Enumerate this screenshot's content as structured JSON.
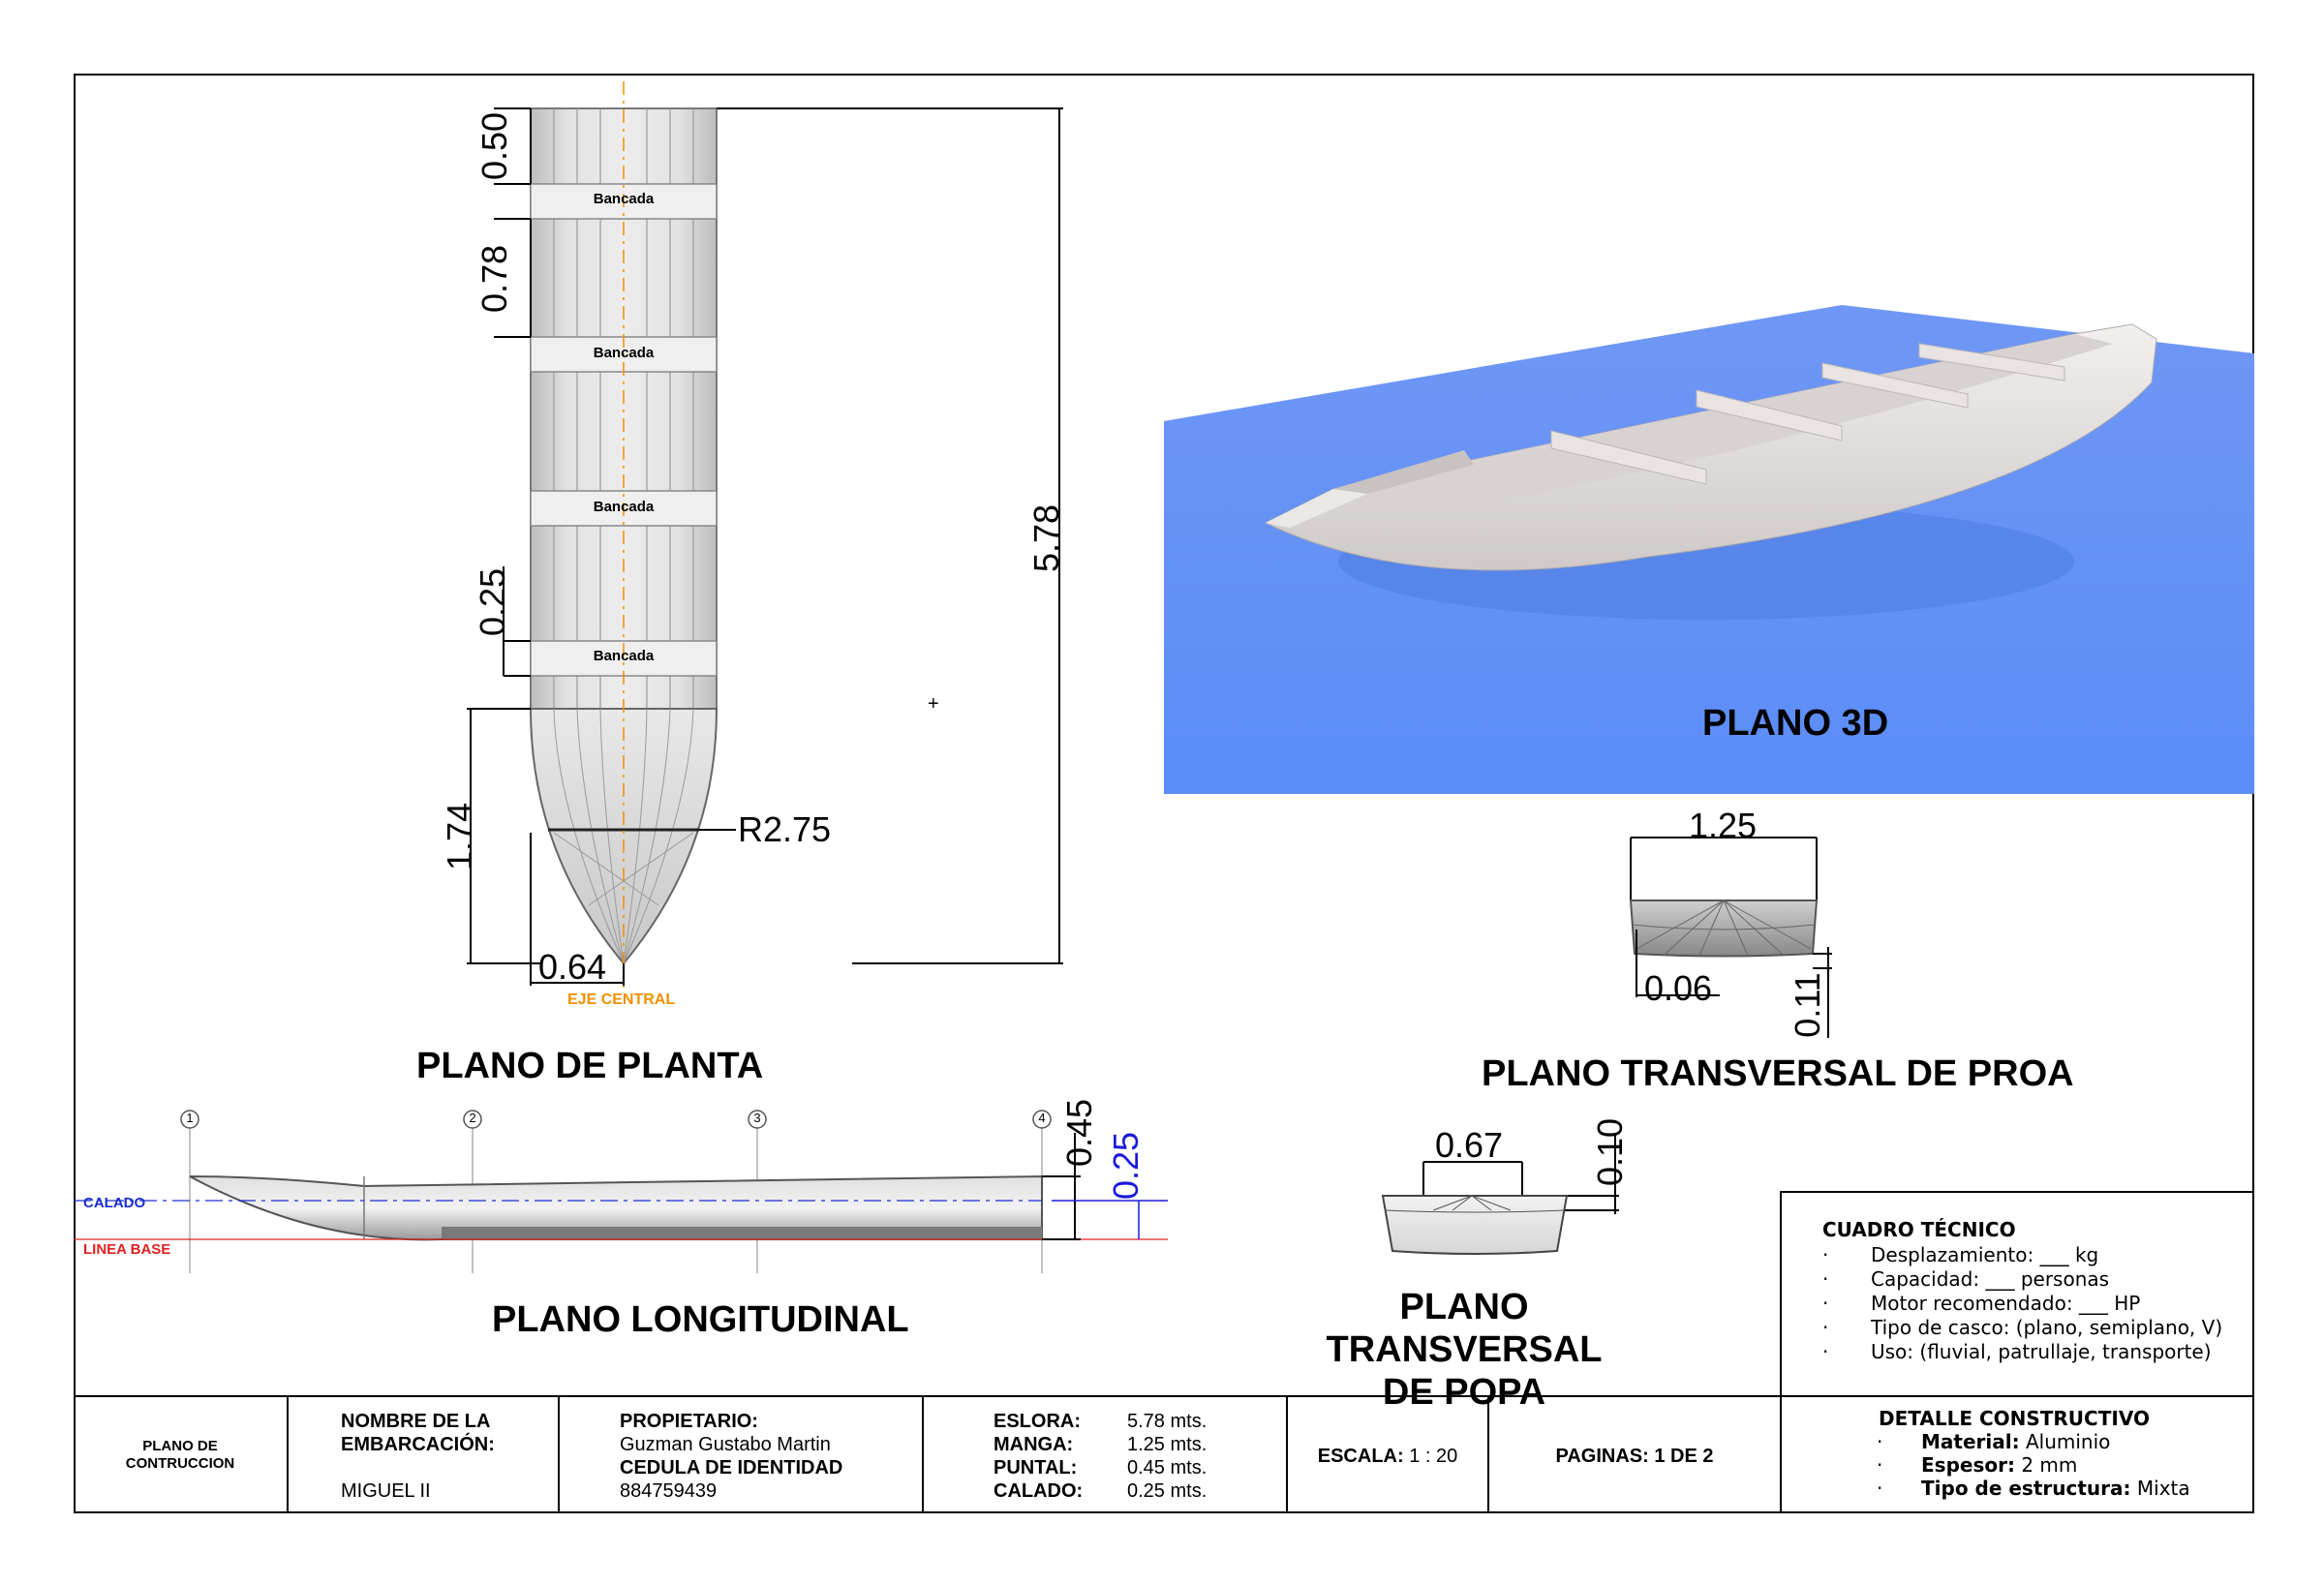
{
  "views": {
    "planta": {
      "title": "PLANO DE PLANTA",
      "bancada_labels": [
        "Bancada",
        "Bancada",
        "Bancada",
        "Bancada"
      ],
      "dims": {
        "d050": "0.50",
        "d078": "0.78",
        "d025": "0.25",
        "d578": "5.78",
        "d174": "1.74",
        "d064": "0.64",
        "r275": "R2.75"
      },
      "axis_label": "EJE CENTRAL"
    },
    "plano3d": {
      "title": "PLANO 3D"
    },
    "proa": {
      "title": "PLANO TRANSVERSAL DE PROA",
      "dims": {
        "d125": "1.25",
        "d006": "0.06",
        "d011": "0.11"
      }
    },
    "popa": {
      "title_line1": "PLANO TRANSVERSAL",
      "title_line2": "DE POPA",
      "dims": {
        "d067": "0.67",
        "d010": "0.10"
      }
    },
    "longitudinal": {
      "title": "PLANO LONGITUDINAL",
      "stations": [
        "1",
        "2",
        "3",
        "4"
      ],
      "calado_label": "CALADO",
      "linea_base_label": "LINEA BASE",
      "dims": {
        "d045": "0.45",
        "d025": "0.25"
      }
    }
  },
  "cuadro_tecnico": {
    "title": "CUADRO TÉCNICO",
    "items": [
      "Desplazamiento: ___ kg",
      "Capacidad: ___ personas",
      "Motor recomendado: ___ HP",
      "Tipo de casco: (plano, semiplano, V)",
      "Uso: (fluvial, patrullaje, transporte)"
    ],
    "bullet": "·"
  },
  "title_block": {
    "plano_line1": "PLANO DE",
    "plano_line2": "CONTRUCCION",
    "nombre_label_1": "NOMBRE DE LA",
    "nombre_label_2": "EMBARCACIÓN:",
    "nombre_value": "MIGUEL II",
    "propietario_label": "PROPIETARIO:",
    "propietario_value": "Guzman Gustabo Martin",
    "cedula_label": "CEDULA DE IDENTIDAD",
    "cedula_value": "884759439",
    "specs": [
      {
        "label": "ESLORA:",
        "value": "5.78 mts."
      },
      {
        "label": "MANGA:",
        "value": "1.25 mts."
      },
      {
        "label": "PUNTAL:",
        "value": "0.45 mts."
      },
      {
        "label": "CALADO:",
        "value": "0.25 mts."
      }
    ],
    "escala_label": "ESCALA:",
    "escala_value": "1 : 20",
    "paginas": "PAGINAS: 1 DE 2",
    "detalle": {
      "title": "DETALLE CONSTRUCTIVO",
      "items": [
        {
          "label": "Material:",
          "value": "Aluminio"
        },
        {
          "label": "Espesor:",
          "value": "2 mm"
        },
        {
          "label": "Tipo de estructura:",
          "value": "Mixta"
        }
      ]
    }
  },
  "colors": {
    "water": "#5b8cf7",
    "calado": "#1a2fd0",
    "linea_base": "#e02020",
    "eje": "#f09000",
    "blue_dim": "#1a1adb"
  }
}
